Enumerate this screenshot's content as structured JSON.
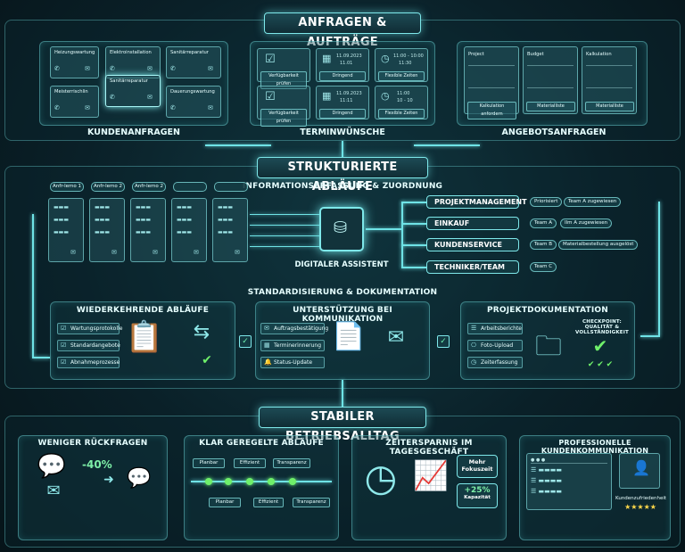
{
  "sections": {
    "top": "ANFRAGEN & AUFTRÄGE",
    "middle": "STRUKTURIERTE ABLÄUFE",
    "bottom": "STABILER BETRIEBSALLTAG"
  },
  "anfragen": {
    "kunden": {
      "caption": "KUNDENANFRAGEN",
      "cards": [
        "Heizungswartung",
        "Elektroinstallation",
        "Sanitärreparatur",
        "Meisterrischlin",
        "Sanitärreparatur",
        "Dauerungswartung"
      ]
    },
    "termin": {
      "caption": "TERMINWÜNSCHE",
      "rows": [
        {
          "date": "11.09.2023",
          "date2": "11.01",
          "time": "11:00 - 10:00",
          "time2": "11:30",
          "b1": "Verfügbarkeit prüfen",
          "b2": "Dringend",
          "b3": "Flexible Zeiten"
        },
        {
          "date": "11.09.2023",
          "date2": "11:11",
          "time": "11:00",
          "time2": "10 - 10",
          "b1": "Verfügbarkeit prüfen",
          "b2": "Dringend",
          "b3": "Flexible Zeiten"
        }
      ]
    },
    "angebot": {
      "caption": "ANGEBOTSANFRAGEN",
      "cards": [
        {
          "title": "Project",
          "button": "Kalkulation anfordern"
        },
        {
          "title": "Budget",
          "button": "Materialliste"
        },
        {
          "title": "Kalkulation",
          "button": "Materialliste"
        }
      ]
    }
  },
  "ablaeufe": {
    "info_title": "INFORMATIONSERFASSUNG & ZUORDNUNG",
    "input_tabs": [
      "Anfr-lemo 1",
      "Anfr-lemo 2",
      "Anfr-lemo 2",
      "",
      ""
    ],
    "assistant_label": "DIGITALER ASSISTENT",
    "destinations": [
      {
        "label": "PROJEKTMANAGEMENT",
        "tags": [
          "Priorisiert",
          "Team A zugewiesen"
        ]
      },
      {
        "label": "EINKAUF",
        "tags": [
          "Team A",
          "Ilm A zugewiesen"
        ]
      },
      {
        "label": "KUNDENSERVICE",
        "tags": [
          "Team B",
          "Materialbestellung ausgelöst"
        ]
      },
      {
        "label": "TECHNIKER/TEAM",
        "tags": [
          "Team C"
        ]
      }
    ],
    "std_title": "STANDARDISIERUNG & DOKUMENTATION",
    "wiederkehrend": {
      "title": "WIEDERKEHRENDE ABLÄUFE",
      "items": [
        "Wartungsprotokolle",
        "Standardangebote",
        "Abnahmeprozesse"
      ]
    },
    "kommunikation": {
      "title": "UNTERSTÜTZUNG BEI KOMMUNIKATION",
      "items": [
        "Auftragsbestätigung",
        "Terminerinnerung",
        "Status-Update"
      ]
    },
    "projektdoku": {
      "title": "PROJEKTDOKUMENTATION",
      "items": [
        "Arbeitsberichte",
        "Foto-Upload",
        "Zeiterfassung"
      ],
      "checkpoint": "CHECKPOINT: QUALITÄT & VOLLSTÄNDIGKEIT"
    }
  },
  "betrieb": {
    "rueckfragen": {
      "title": "WENIGER RÜCKFRAGEN",
      "value": "-40%"
    },
    "ablaeufe": {
      "title": "KLAR GEREGELTE ABLÄUFE",
      "top": [
        "Planbar",
        "Effizient",
        "Transparenz"
      ],
      "bottom": [
        "Planbar",
        "Effizient",
        "Transparenz"
      ]
    },
    "zeitersparnis": {
      "title": "ZEITERSPARNIS IM TAGESGESCHÄFT",
      "stat1": "Mehr Fokuszeit",
      "stat2_value": "+25%",
      "stat2_label": "Kapazität"
    },
    "kommunikation": {
      "title": "PROFESSIONELLE KUNDENKOMMUNIKATION",
      "rating_label": "Kundenzufriedenheit",
      "stars": "★★★★★"
    }
  },
  "colors": {
    "accent": "#7ee8ea",
    "check": "#6ff06a",
    "background": "#0a2028"
  }
}
